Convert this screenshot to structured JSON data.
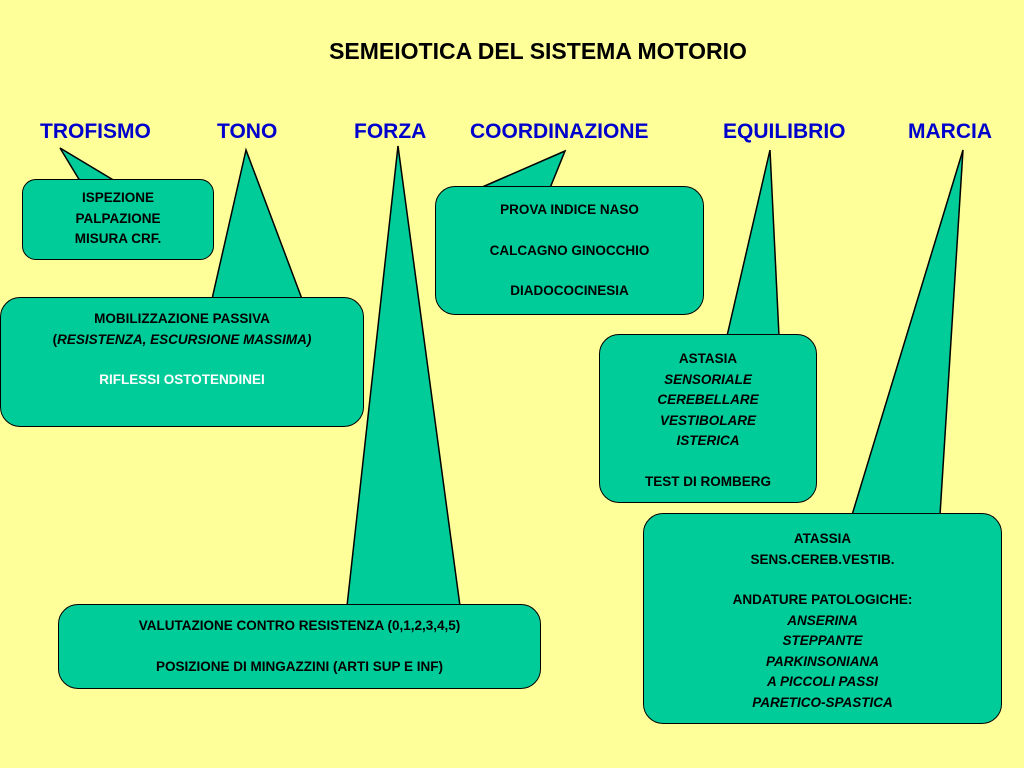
{
  "title": "SEMEIOTICA DEL SISTEMA MOTORIO",
  "categories": {
    "trofismo": "TROFISMO",
    "tono": "TONO",
    "forza": "FORZA",
    "coordinazione": "COORDINAZIONE",
    "equilibrio": "EQUILIBRIO",
    "marcia": "MARCIA"
  },
  "colors": {
    "background": "#FFFF99",
    "box_fill": "#00CC99",
    "category_text": "#0000CC",
    "highlight_text": "#FFFFFF"
  },
  "boxes": {
    "trofismo": {
      "line1": "ISPEZIONE",
      "line2": "PALPAZIONE",
      "line3": "MISURA CRF."
    },
    "tono": {
      "line1": "MOBILIZZAZIONE PASSIVA",
      "line2_open": "(",
      "line2_italic": "RESISTENZA, ESCURSIONE MASSIMA)",
      "line3": "RIFLESSI OSTOTENDINEI"
    },
    "coordinazione": {
      "line1": "PROVA INDICE NASO",
      "line2": "CALCAGNO GINOCCHIO",
      "line3": "DIADOCOCINESIA"
    },
    "equilibrio": {
      "line1": "ASTASIA",
      "line2": "SENSORIALE",
      "line3": "CEREBELLARE",
      "line4": "VESTIBOLARE",
      "line5": "ISTERICA",
      "line6": "TEST DI ROMBERG"
    },
    "forza": {
      "line1": "VALUTAZIONE CONTRO RESISTENZA (0,1,2,3,4,5)",
      "line2": "POSIZIONE DI MINGAZZINI (ARTI SUP E INF)"
    },
    "marcia": {
      "line1": "ATASSIA",
      "line2": "SENS.CEREB.VESTIB.",
      "line3": "ANDATURE PATOLOGICHE:",
      "line4": "ANSERINA",
      "line5": "STEPPANTE",
      "line6": "PARKINSONIANA",
      "line7": "A PICCOLI PASSI",
      "line8": "PARETICO-SPASTICA"
    }
  }
}
